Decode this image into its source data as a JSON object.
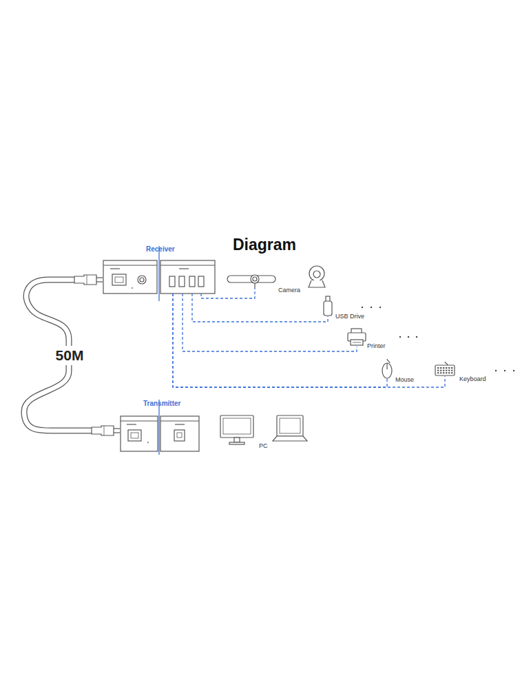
{
  "diagram": {
    "title": "Diagram",
    "nodes": [
      {
        "text": [
          "Receiver"
        ]
      },
      {
        "text": [
          "Camera"
        ]
      },
      {
        "text": [
          "USB Drive"
        ]
      },
      {
        "text": [
          "Printer"
        ]
      },
      {
        "text": [
          "Mouse"
        ]
      },
      {
        "text": [
          "Keyboard"
        ]
      },
      {
        "text": [
          "Transmitter"
        ]
      },
      {
        "text": [
          "PC"
        ]
      }
    ],
    "edges": [
      {
        "from": 0,
        "to": 1,
        "arrow": "none"
      },
      {
        "from": 0,
        "to": 2,
        "arrow": "none"
      },
      {
        "from": 0,
        "to": 3,
        "arrow": "none"
      },
      {
        "from": 0,
        "to": 4,
        "arrow": "none"
      },
      {
        "from": 0,
        "to": 5,
        "arrow": "none"
      },
      {
        "from": 0,
        "to": 6,
        "label": "50M",
        "arrow": "none"
      }
    ]
  }
}
